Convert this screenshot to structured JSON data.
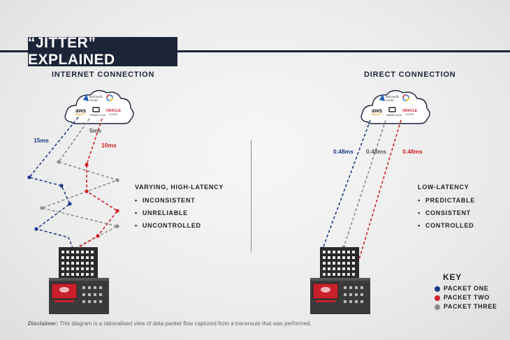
{
  "title": "“JITTER” EXPLAINED",
  "left": {
    "section_title": "INTERNET CONNECTION",
    "latency_labels": {
      "blue": "15ms",
      "gray": "5ms",
      "red": "10ms"
    },
    "description": {
      "heading": "VARYING, HIGH-LATENCY",
      "items": [
        "INCONSISTENT",
        "UNRELIABLE",
        "UNCONTROLLED"
      ]
    }
  },
  "right": {
    "section_title": "DIRECT CONNECTION",
    "latency_labels": {
      "blue": "0.48ms",
      "gray": "0.48ms",
      "red": "0.48ms"
    },
    "description": {
      "heading": "LOW-LATENCY",
      "items": [
        "PREDICTABLE",
        "CONSISTENT",
        "CONTROLLED"
      ]
    }
  },
  "cloud": {
    "providers": [
      "Microsoft Azure",
      "aws",
      "Alibaba Cloud",
      "ORACLE CLOUD"
    ]
  },
  "key": {
    "title": "KEY",
    "items": [
      {
        "label": "PACKET ONE",
        "color": "#1f3a8a"
      },
      {
        "label": "PACKET TWO",
        "color": "#d0202a"
      },
      {
        "label": "PACKET THREE",
        "color": "#8c8c8c"
      }
    ]
  },
  "disclaimer": {
    "label": "Disclaimer:",
    "text": " This diagram is a rationalised view of data packet flow captured from a traceroute that was performed."
  },
  "colors": {
    "navy": "#1c2438",
    "blue": "#1f3a8a",
    "red": "#d0202a",
    "gray": "#8c8c8c"
  }
}
